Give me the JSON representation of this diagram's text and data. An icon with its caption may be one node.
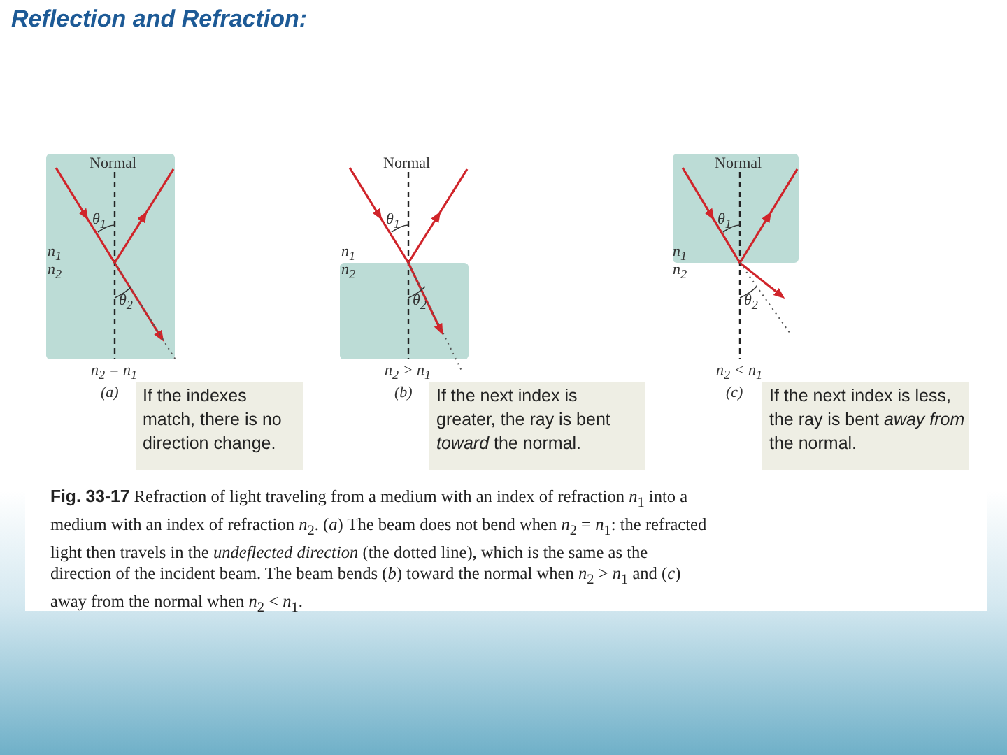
{
  "diagram": {
    "title": "Reflection and Refraction:",
    "caption": "**Fig. 33-17** Refraction of light traveling from a medium with an index of refraction *n*$_{1}$ into a medium with an index of refraction *n*$_{2}$. (*a*) The beam does not bend when *n*$_{2}$ = *n*$_{1}$: the refracted light then travels in the *undeflected direction* (the dotted line), which is the same as the direction of the incident beam. The beam bends (*b*) toward the normal when *n*$_{2}$ > *n*$_{1}$ and (*c*) away from the normal when *n*$_{2}$ < *n*$_{1}$.",
    "nodes": [
      {
        "text": [
          "If the indexes match, there is no direction change."
        ]
      },
      {
        "text": [
          "If the next index is greater, the ray is bent *toward* the normal."
        ]
      },
      {
        "text": [
          "If the next index is less, the ray is bent *away from* the normal."
        ]
      }
    ],
    "labels": [
      "Normal",
      "θ$_{1}$",
      "n$_{1}$",
      "n$_{2}$",
      "θ$_{2}$",
      "n$_{2}$ = n$_{1}$",
      "(a)",
      "Normal",
      "θ$_{1}$",
      "n$_{1}$",
      "n$_{2}$",
      "θ$_{2}$",
      "n$_{2}$ > n$_{1}$",
      "(b)",
      "Normal",
      "θ$_{1}$",
      "n$_{1}$",
      "n$_{2}$",
      "θ$_{2}$",
      "n$_{2}$ < n$_{1}$",
      "(c)"
    ]
  }
}
